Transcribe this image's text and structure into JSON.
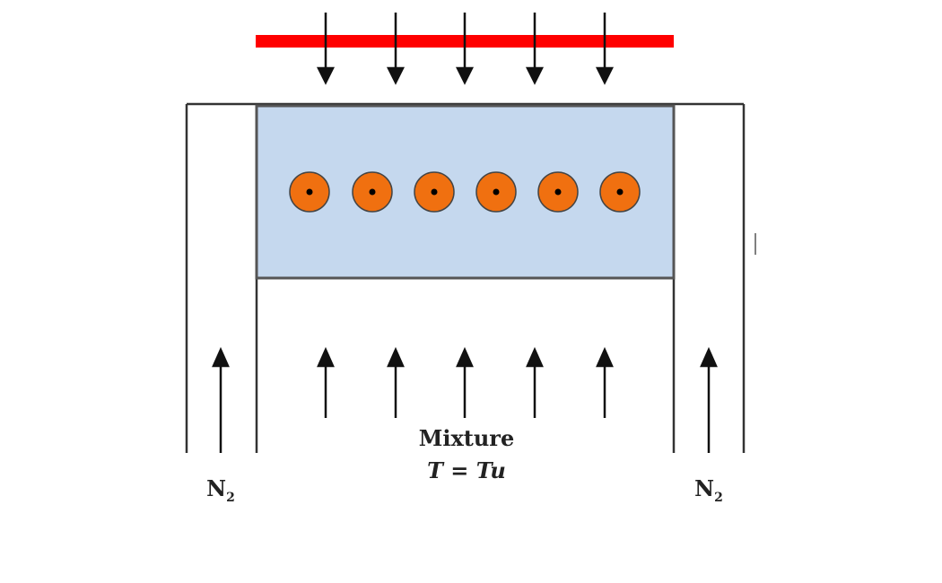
{
  "colors": {
    "heater": "#ff0000",
    "chamber_fill": "#c5d8ee",
    "chamber_stroke": "#555555",
    "particle_fill": "#f07010",
    "wall": "#333333",
    "arrow": "#111111"
  },
  "labels": {
    "mixture": "Mixture",
    "temperature": "T = Tu",
    "n2_left": "N",
    "n2_left_sub": "2",
    "n2_right": "N",
    "n2_right_sub": "2"
  },
  "diagram": {
    "heat_arrows_count": 5,
    "particle_count": 6,
    "flow_arrows_center_count": 5,
    "flow_arrows_side_count": 2
  }
}
